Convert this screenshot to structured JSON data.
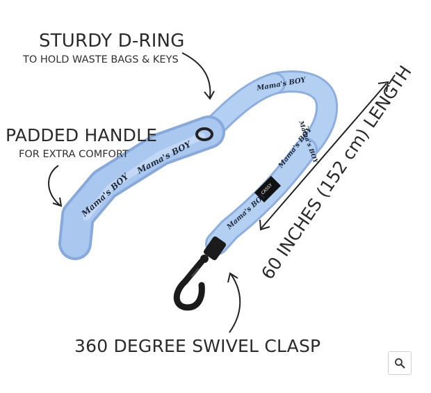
{
  "callouts": {
    "dring_title": "STURDY D-RING",
    "dring_sub": "TO HOLD WASTE BAGS & KEYS",
    "handle_title": "PADDED HANDLE",
    "handle_sub": "FOR EXTRA COMFORT",
    "clasp_title": "360 DEGREE SWIVEL CLASP",
    "length": "60 INCHES (152 cm) LENGTH"
  },
  "leash": {
    "print_text": "Mama's BOY",
    "tag_text": "CASSY",
    "color": "#a9c6ec",
    "edge_color": "#7fa3d6"
  },
  "zoom": {
    "icon": "magnifier-icon"
  }
}
